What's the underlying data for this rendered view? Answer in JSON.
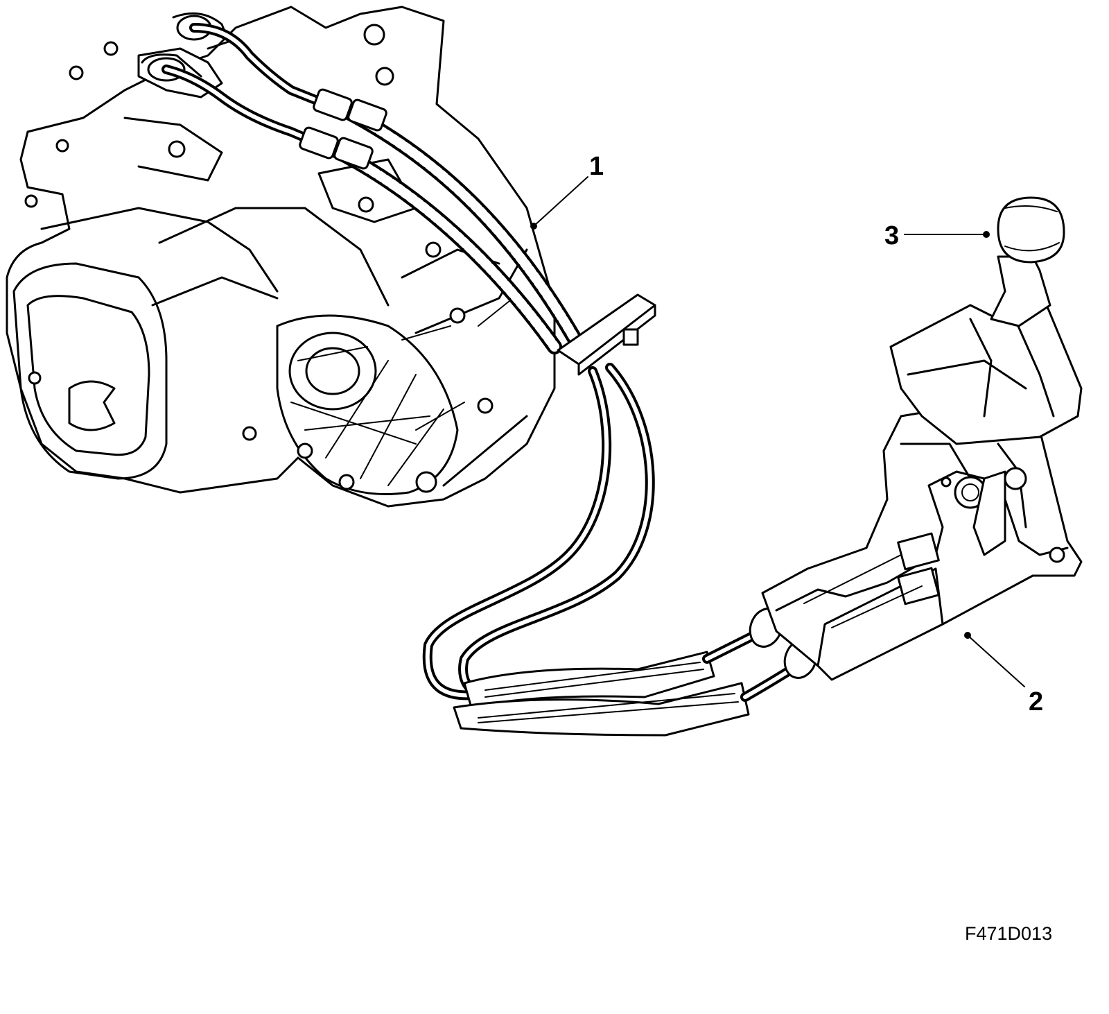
{
  "callouts": [
    {
      "id": "1",
      "label": "1",
      "part": "gear-shift-cables"
    },
    {
      "id": "2",
      "label": "2",
      "part": "gear-shift-housing"
    },
    {
      "id": "3",
      "label": "3",
      "part": "gear-lever-knob"
    }
  ],
  "figure_id": "F471D013"
}
